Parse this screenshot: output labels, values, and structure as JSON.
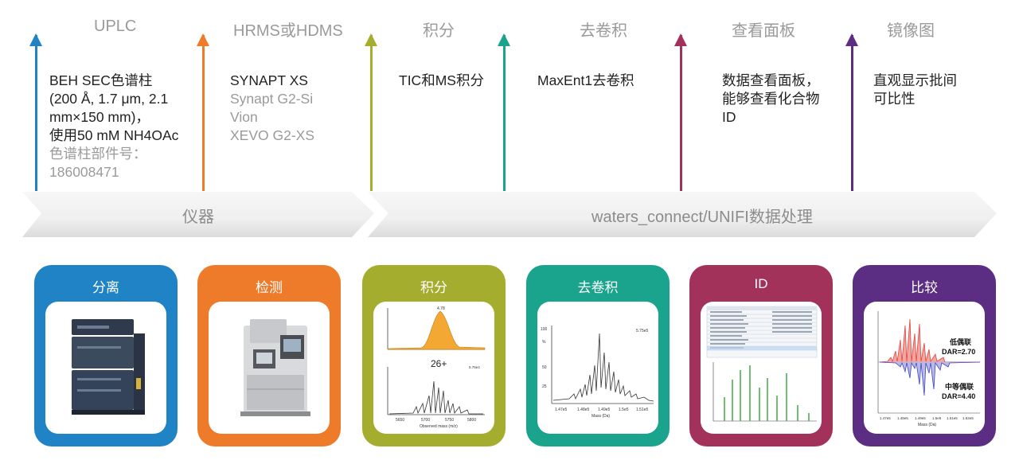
{
  "steps": [
    {
      "title": "UPLC",
      "color": "#1f83c5",
      "lines": [
        "BEH SEC色谱柱",
        "(200 Å, 1.7 μm, 2.1",
        "mm×150 mm)，",
        "使用50 mM NH4OAc"
      ],
      "sublines": [
        "色谱柱部件号：",
        "186008471"
      ]
    },
    {
      "title": "HRMS或HDMS",
      "color": "#ee7b2a",
      "lines": [
        "SYNAPT XS"
      ],
      "sublines": [
        "Synapt G2-Si",
        "Vion",
        "XEVO G2-XS"
      ]
    },
    {
      "title": "积分",
      "color": "#a5ad2f",
      "lines": [
        "TIC和MS积分"
      ],
      "sublines": []
    },
    {
      "title": "去卷积",
      "color": "#1aa38d",
      "lines": [
        "MaxEnt1去卷积"
      ],
      "sublines": []
    },
    {
      "title": "查看面板",
      "color": "#a3325a",
      "lines": [
        "数据查看面板，",
        "能够查看化合物",
        "ID"
      ],
      "sublines": []
    },
    {
      "title": "镜像图",
      "color": "#5b2d83",
      "lines": [
        "直观显示批间",
        "可比性"
      ],
      "sublines": []
    }
  ],
  "bands": {
    "instrument": "仪器",
    "software": "waters_connect/UNIFI数据处理"
  },
  "cards": [
    {
      "title": "分离",
      "color": "#1f83c5"
    },
    {
      "title": "检测",
      "color": "#ee7b2a"
    },
    {
      "title": "积分",
      "color": "#a5ad2f"
    },
    {
      "title": "去卷积",
      "color": "#1aa38d"
    },
    {
      "title": "ID",
      "color": "#a3325a"
    },
    {
      "title": "比较",
      "color": "#5b2d83"
    }
  ],
  "integration_card": {
    "top_peak_label": "4.78",
    "charge_label": "26+",
    "intensity_label": "5.75e4",
    "x_ticks": [
      "5650",
      "5700",
      "5750",
      "5800"
    ],
    "x_axis_label": "Observed mass (m/z)"
  },
  "deconv_card": {
    "intensity_label": "5.75e5",
    "y_ticks": [
      "100",
      "%",
      "50",
      "25"
    ],
    "x_ticks": [
      "1.47e5",
      "1.48e5",
      "1.49e5",
      "1.5e5",
      "1.51e5"
    ],
    "x_axis_label": "Mass (Da)"
  },
  "mirror_card": {
    "low_label": "低偶联",
    "low_dar": "DAR=2.70",
    "mid_label": "中等偶联",
    "mid_dar": "DAR=4.40",
    "x_ticks": [
      "1.47e5",
      "1.48e5",
      "1.49e5",
      "1.5e5",
      "1.51e5",
      "1.52e5"
    ],
    "x_axis_label": "Mass (Da)"
  }
}
